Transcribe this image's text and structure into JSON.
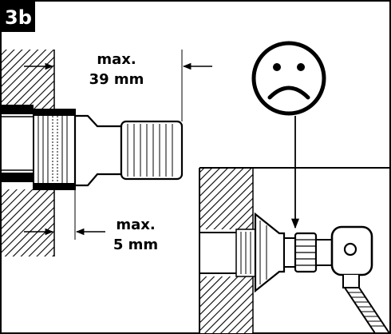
{
  "step_label": "3b",
  "dimension_top": {
    "line1": "max.",
    "line2": "39 mm"
  },
  "dimension_bottom": {
    "line1": "max.",
    "line2": "5 mm"
  },
  "icons": {
    "sad_face": "sad-face-icon",
    "wall_hatch": "wall-hatch-icon",
    "pipe_fitting": "pipe-fitting-icon",
    "valve": "angle-valve-icon"
  },
  "colors": {
    "ink": "#000000",
    "paper": "#ffffff"
  }
}
